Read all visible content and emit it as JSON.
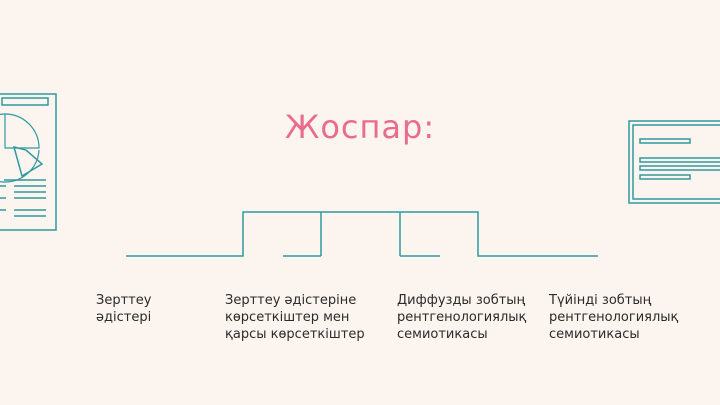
{
  "slide": {
    "title": "Жоспар:",
    "items": [
      {
        "label": "Зерттеу әдістері"
      },
      {
        "label": "Зерттеу әдістеріне көрсеткіштер мен қарсы көрсеткіштер"
      },
      {
        "label": "Диффузды зобтың рентгенологиялық семиотикасы"
      },
      {
        "label": "Түйінді   зобтың рентгенологиялық семиотикасы"
      }
    ]
  },
  "colors": {
    "background": "#fcf4ee",
    "title": "#e96b8e",
    "line": "#2f9aa0",
    "text": "#2b2b2b"
  },
  "icons": {
    "left": "report-document-icon",
    "right": "text-document-icon"
  }
}
